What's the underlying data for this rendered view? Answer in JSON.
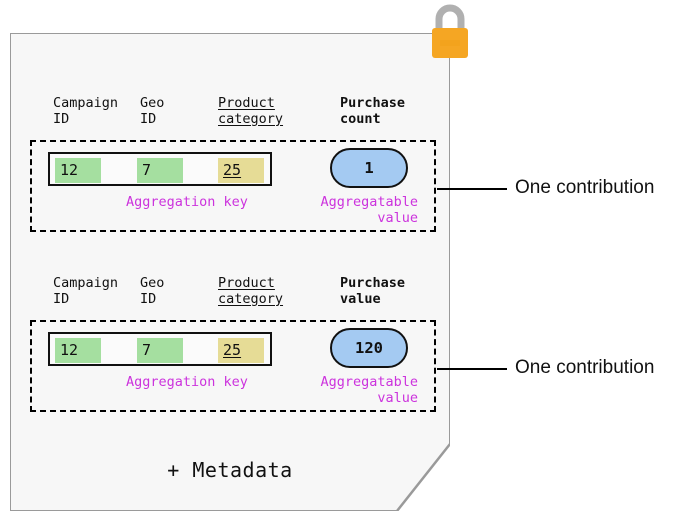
{
  "document": {
    "lock_icon": "lock-icon",
    "metadata_label": "+ Metadata",
    "background_color": "#f7f7f7",
    "border_color": "#9a9a9a"
  },
  "colors": {
    "key_green": "#a5dfa0",
    "key_yellow": "#e6dc96",
    "value_blue": "#a4caf2",
    "annotation_magenta": "#cc33dd",
    "lock_body_orange": "#f5a623",
    "lock_shackle_gray": "#b0b0b0"
  },
  "blocks": [
    {
      "headers": {
        "campaign": "Campaign\nID",
        "geo": "Geo\nID",
        "product": "Product\ncategory",
        "measure": "Purchase\ncount"
      },
      "key_cells": {
        "campaign": "12",
        "geo": "7",
        "product": "25"
      },
      "value": "1",
      "annotations": {
        "key": "Aggregation key",
        "value": "Aggregatable\nvalue"
      },
      "callout": "One contribution"
    },
    {
      "headers": {
        "campaign": "Campaign\nID",
        "geo": "Geo\nID",
        "product": "Product\ncategory",
        "measure": "Purchase\nvalue"
      },
      "key_cells": {
        "campaign": "12",
        "geo": "7",
        "product": "25"
      },
      "value": "120",
      "annotations": {
        "key": "Aggregation key",
        "value": "Aggregatable\nvalue"
      },
      "callout": "One contribution"
    }
  ]
}
